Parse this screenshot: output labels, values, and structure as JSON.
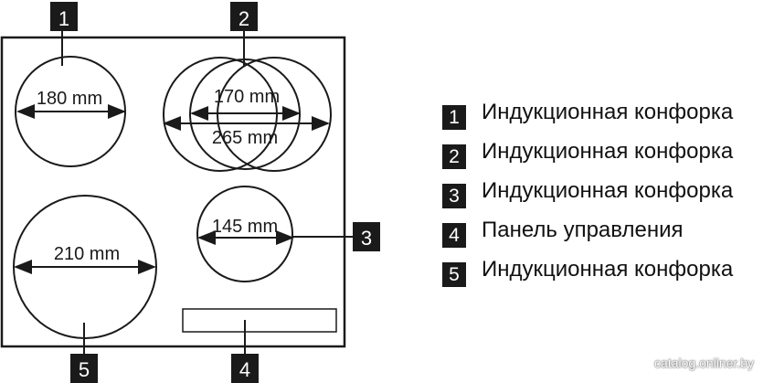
{
  "diagram": {
    "callouts": [
      {
        "number": "1"
      },
      {
        "number": "2"
      },
      {
        "number": "3"
      },
      {
        "number": "4"
      },
      {
        "number": "5"
      }
    ],
    "dimensions": {
      "zone1": "180 mm",
      "zone2_inner": "170 mm",
      "zone2_outer": "265 mm",
      "zone3": "145 mm",
      "zone5": "210 mm"
    }
  },
  "legend": [
    {
      "number": "1",
      "label": "Индукционная конфорка"
    },
    {
      "number": "2",
      "label": "Индукционная конфорка"
    },
    {
      "number": "3",
      "label": "Индукционная конфорка"
    },
    {
      "number": "4",
      "label": "Панель управления"
    },
    {
      "number": "5",
      "label": "Индукционная конфорка"
    }
  ],
  "watermark": "catalog.onliner.by",
  "colors": {
    "ink": "#1a1a1a",
    "background": "#ffffff"
  }
}
